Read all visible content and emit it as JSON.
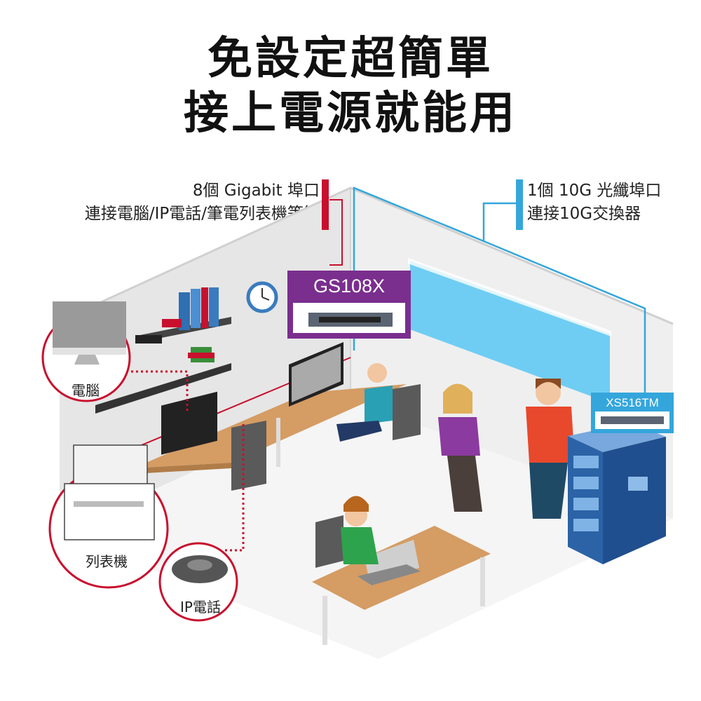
{
  "title": {
    "line1": "免設定超簡單",
    "line2": "接上電源就能用"
  },
  "left_note": {
    "line1": "8個 Gigabit 埠口",
    "line2": "連接電腦/IP電話/筆電列表機等等"
  },
  "right_note": {
    "line1": "1個 10G 光纖埠口",
    "line2": "連接10G交換器"
  },
  "switch_main": {
    "model": "GS108X"
  },
  "switch_rack": {
    "model": "XS516TM"
  },
  "devices": {
    "computer": "電腦",
    "printer": "列表機",
    "ip_phone": "IP電話"
  },
  "colors": {
    "purple": "#7a2e8e",
    "red": "#c8102e",
    "blue": "#34a6dc",
    "room_wall": "#e8e8e8",
    "floor": "#f4f4f4"
  }
}
